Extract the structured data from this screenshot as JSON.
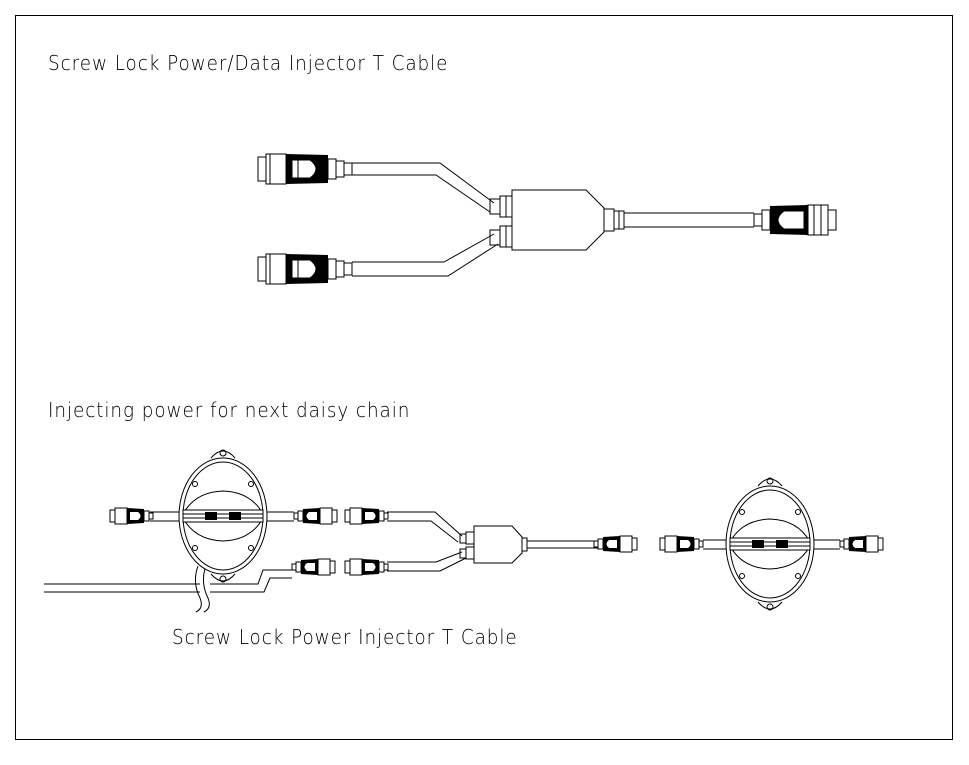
{
  "labels": {
    "top_title": "Screw Lock Power/Data Injector T Cable",
    "middle_title": "Injecting power for next daisy chain",
    "bottom_title": "Screw Lock Power Injector T Cable"
  },
  "colors": {
    "line": "#000000",
    "background": "#ffffff"
  }
}
